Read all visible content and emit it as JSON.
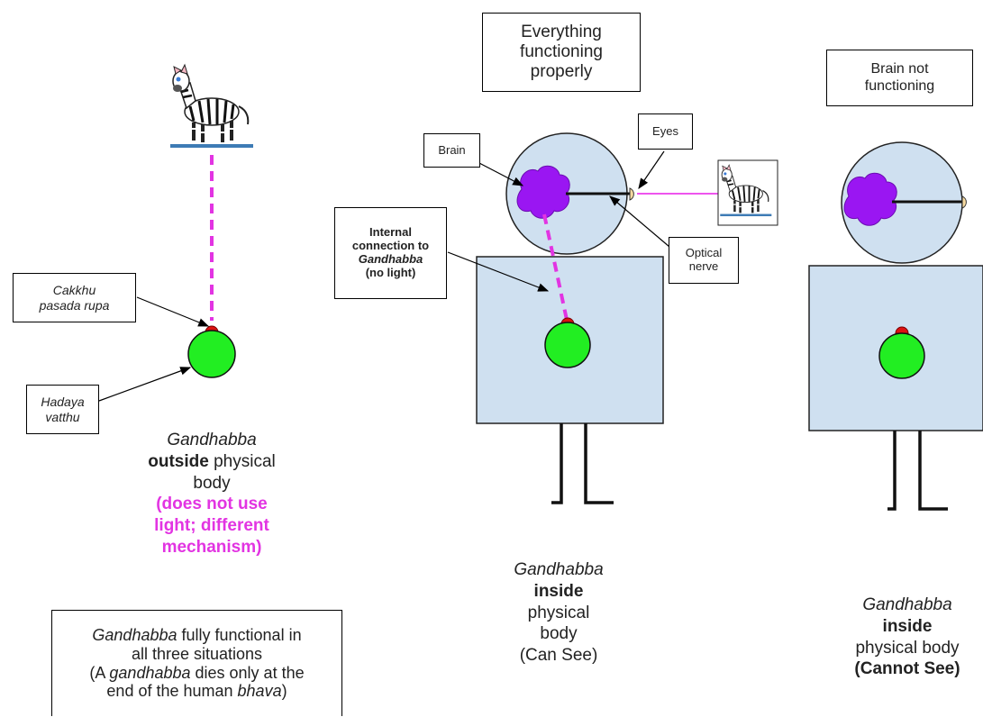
{
  "colors": {
    "body_fill": "#cfe0f0",
    "heart": "#22ee22",
    "red_dot": "#dd1111",
    "brain": "#9a16f2",
    "dashed_line": "#e234e2",
    "optic_line": "#ee55ee"
  },
  "icons": [
    "zebra-image",
    "brain-shape",
    "eye-shape",
    "heart-circle"
  ],
  "top_box": {
    "line1": "Everything",
    "line2": "functioning",
    "line3": "properly"
  },
  "right_top_box": {
    "line1": "Brain not",
    "line2": "functioning"
  },
  "labels": {
    "brain": "Brain",
    "eyes": "Eyes",
    "optical": {
      "line1": "Optical",
      "line2": "nerve"
    },
    "internal": {
      "line1": "Internal",
      "line2": "connection to",
      "line3": "Gandhabba",
      "line4": "(no light)"
    },
    "cakkhu": {
      "line1": "Cakkhu",
      "line2": "pasada rupa"
    },
    "hadaya": {
      "line1": "Hadaya",
      "line2": "vatthu"
    }
  },
  "left_caption": {
    "word1": "Gandhabba",
    "bold": "outside",
    "rest1": " physical",
    "rest2": "body",
    "mag1": "(does not use",
    "mag2": "light; different",
    "mag3": "mechanism)"
  },
  "center_caption": {
    "line1": "Gandhabba",
    "line2": "inside",
    "line3": "physical",
    "line4": "body",
    "line5": "(Can See)"
  },
  "right_caption": {
    "line1": "Gandhabba",
    "line2": "inside",
    "line3": "physical body",
    "line4": "(Cannot See)"
  },
  "bottom_box": {
    "l1_italic": "Gandhabba",
    "l1_rest": " fully functional in",
    "l2": "all three situations",
    "l3_a": "(A ",
    "l3_italic": "gandhabba",
    "l3_b": " dies only at the",
    "l4_a": "end of the human ",
    "l4_italic": "bhava",
    "l4_b": ")"
  }
}
